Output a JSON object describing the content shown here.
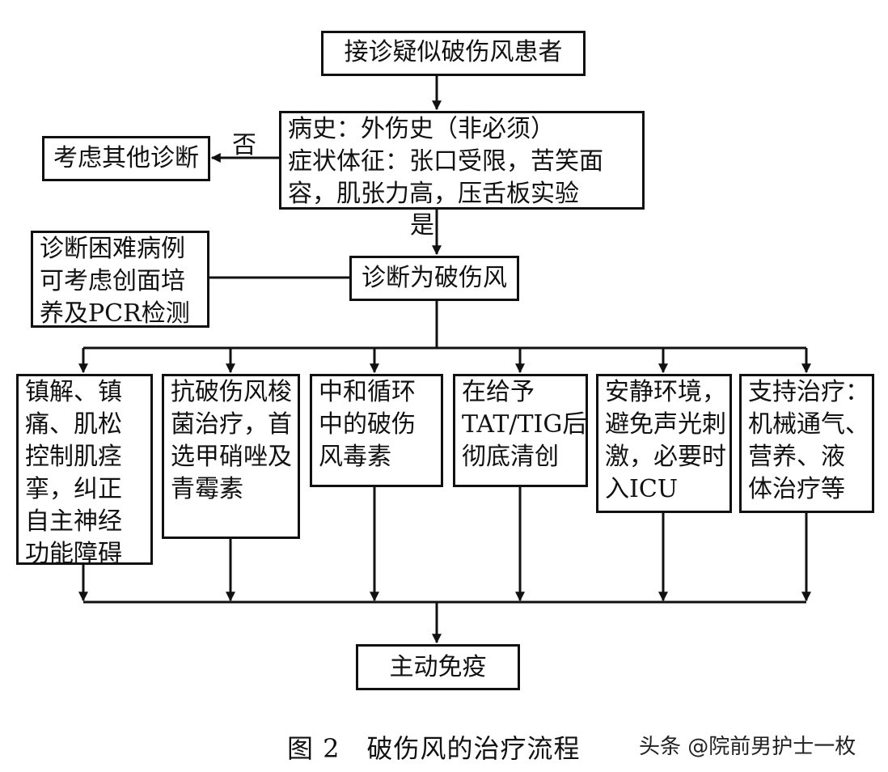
{
  "nodes": {
    "start": [
      "接诊疑似破伤风患者"
    ],
    "history": [
      "病史：外伤史（非必须）",
      "症状体征：张口受限，苦笑面",
      "容，肌张力高，压舌板实验"
    ],
    "other": [
      "考虑其他诊断"
    ],
    "difficult": [
      "诊断困难病例",
      "可考虑创面培",
      "养及PCR检测"
    ],
    "diagnosis": [
      "诊断为破伤风"
    ],
    "t1": [
      "镇解、镇",
      "痛、肌松",
      "控制肌痉",
      "挛，纠正",
      "自主神经",
      "功能障碍"
    ],
    "t2": [
      "抗破伤风梭",
      "菌治疗，首",
      "选甲硝唑及",
      "青霉素"
    ],
    "t3": [
      "中和循环",
      "中的破伤",
      "风毒素"
    ],
    "t4": [
      "在给予",
      "TAT/TIG后",
      "彻底清创"
    ],
    "t5": [
      "安静环境，",
      "避免声光刺",
      "激，必要时",
      "入ICU"
    ],
    "t6": [
      "支持治疗：",
      "机械通气、",
      "营养、液",
      "体治疗等"
    ],
    "end": [
      "主动免疫"
    ]
  },
  "labels": {
    "no": "否",
    "yes": "是"
  },
  "caption": "图 2　破伤风的治疗流程",
  "watermark": "头条 @院前男护士一枚"
}
